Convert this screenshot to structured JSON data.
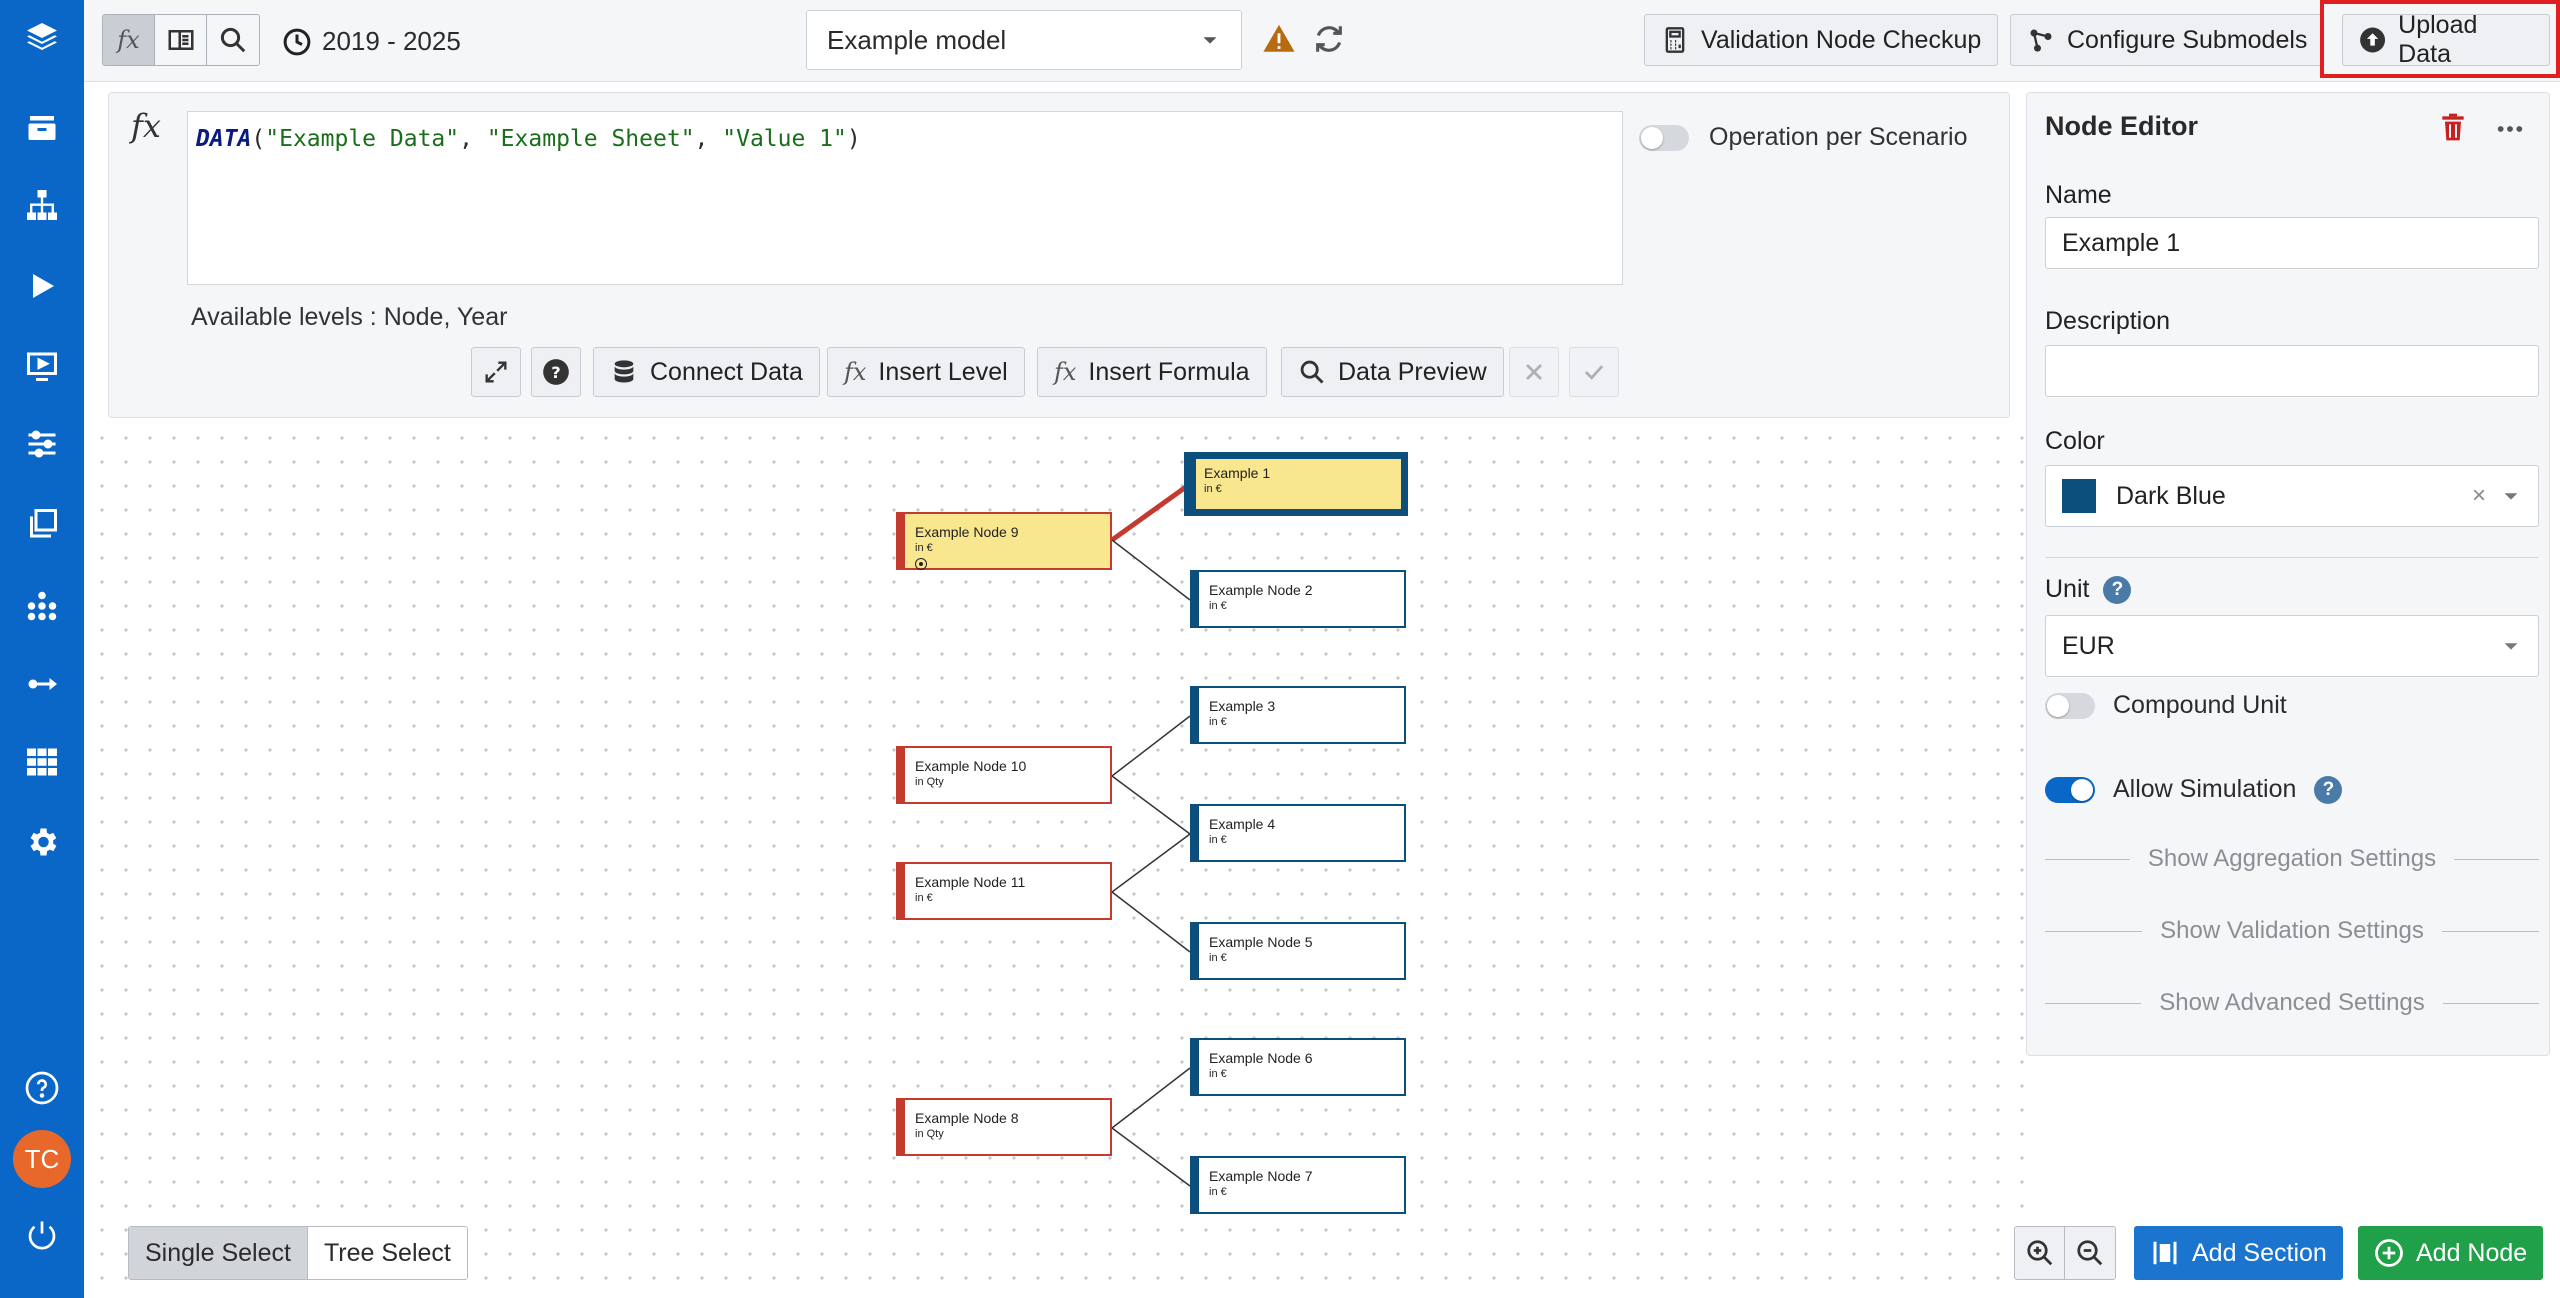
{
  "colors": {
    "sidebar": "#0a67c8",
    "node_red_border": "#c23b2e",
    "node_blue_border": "#0d4f7c",
    "node_highlight": "#f8e78f",
    "add_section": "#1b75cf",
    "add_node": "#21a04a",
    "warning": "#b86a10",
    "upload_highlight_border": "#e02020"
  },
  "sidebar": {
    "icons": [
      "layers-icon",
      "archive-icon",
      "hierarchy-icon",
      "play-icon",
      "presentation-icon",
      "sliders-icon",
      "copy-icon",
      "network-icon",
      "connect-icon",
      "grid-icon",
      "settings-icon"
    ],
    "help_icon": "help-circle-icon",
    "user_initials": "TC",
    "power_icon": "power-icon"
  },
  "toolbar": {
    "fx_mode": "fx",
    "year_range": "2019 - 2025",
    "model_name": "Example model",
    "validation_label": "Validation Node Checkup",
    "configure_label": "Configure Submodels",
    "upload_label": "Upload Data"
  },
  "formula": {
    "fx_label": "fx",
    "fn_name": "DATA",
    "open_paren": "(",
    "arg1": "\"Example Data\"",
    "arg2": "\"Example Sheet\"",
    "arg3": "\"Value 1\"",
    "comma": ", ",
    "close_paren": ")",
    "available_levels": "Available levels : Node, Year",
    "operation_per_scenario": "Operation per Scenario",
    "connect_data": "Connect Data",
    "insert_level": "Insert Level",
    "insert_formula": "Insert Formula",
    "data_preview": "Data Preview",
    "help": "?"
  },
  "canvas": {
    "nodes": [
      {
        "id": "n9",
        "title": "Example Node 9",
        "unit": "in €"
      },
      {
        "id": "e1",
        "title": "Example 1",
        "unit": "in €"
      },
      {
        "id": "n2",
        "title": "Example Node 2",
        "unit": "in €"
      },
      {
        "id": "e3",
        "title": "Example 3",
        "unit": "in €"
      },
      {
        "id": "n10",
        "title": "Example Node 10",
        "unit": "in Qty"
      },
      {
        "id": "e4",
        "title": "Example 4",
        "unit": "in €"
      },
      {
        "id": "n11",
        "title": "Example Node 11",
        "unit": "in €"
      },
      {
        "id": "e5",
        "title": "Example Node 5",
        "unit": "in €"
      },
      {
        "id": "n6",
        "title": "Example Node 6",
        "unit": "in €"
      },
      {
        "id": "n8",
        "title": "Example Node 8",
        "unit": "in Qty"
      },
      {
        "id": "n7",
        "title": "Example Node 7",
        "unit": "in €"
      }
    ],
    "single_select": "Single Select",
    "tree_select": "Tree Select",
    "add_section": "Add Section",
    "add_node": "Add Node"
  },
  "node_editor": {
    "title": "Node Editor",
    "name_label": "Name",
    "name_value": "Example 1",
    "description_label": "Description",
    "description_value": "",
    "color_label": "Color",
    "color_value": "Dark Blue",
    "color_swatch": "#0d4f7c",
    "unit_label": "Unit",
    "unit_value": "EUR",
    "compound_unit": "Compound Unit",
    "allow_simulation": "Allow Simulation",
    "help": "?",
    "show_aggregation": "Show Aggregation Settings",
    "show_validation": "Show Validation Settings",
    "show_advanced": "Show Advanced Settings"
  }
}
